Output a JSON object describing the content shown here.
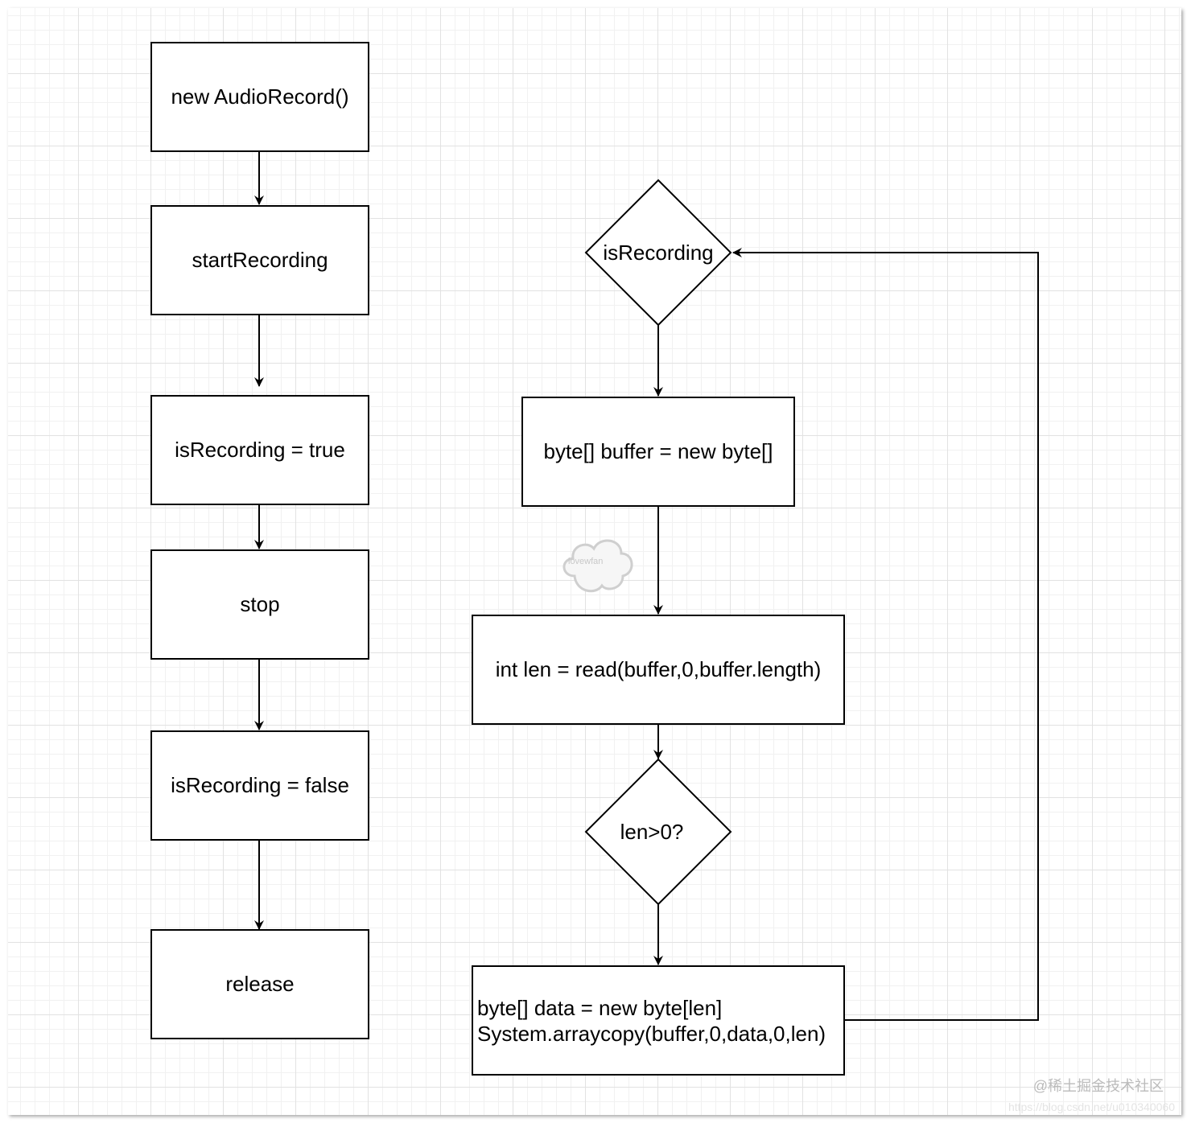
{
  "diagram": {
    "left_column": [
      "new AudioRecord()",
      "startRecording",
      "isRecording = true",
      "stop",
      "isRecording = false",
      "release"
    ],
    "right_column": {
      "loop_condition": "isRecording",
      "buffer_alloc": "byte[] buffer = new byte[]",
      "read_call": "int len = read(buffer,0,buffer.length)",
      "len_check": "len>0?",
      "copy_line1": "byte[] data = new byte[len]",
      "copy_line2": "System.arraycopy(buffer,0,data,0,len)"
    }
  },
  "watermark": {
    "site": "@稀土掘金技术社区",
    "url": "https://blog.csdn.net/u010340060",
    "cloud_text": "lovewfan"
  }
}
